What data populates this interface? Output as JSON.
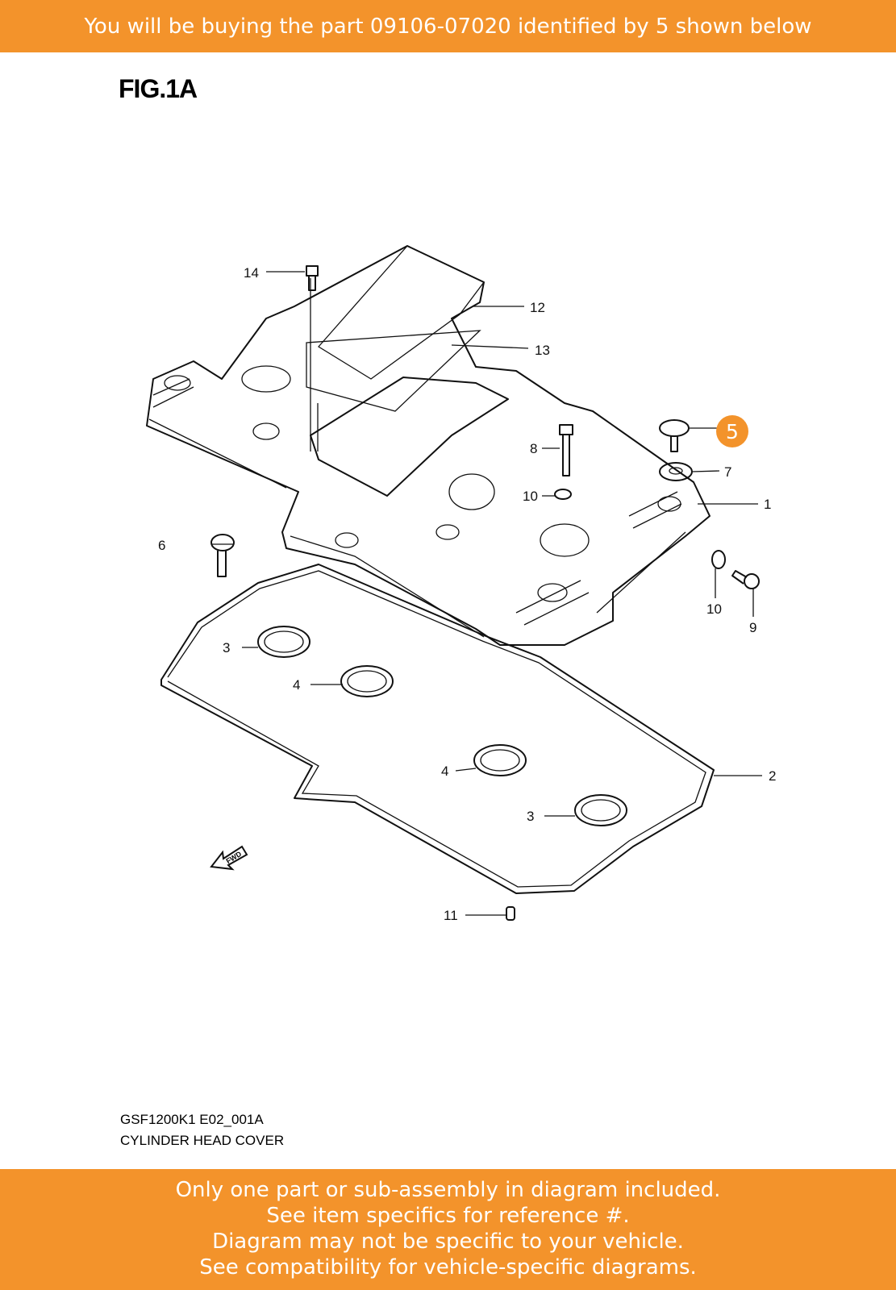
{
  "header": {
    "banner": "You will be buying the part 09106-07020 identified by 5 shown below"
  },
  "figure": {
    "title": "FIG.1A",
    "code": "GSF1200K1 E02_001A",
    "name": "CYLINDER HEAD COVER",
    "fwd_label": "FWD"
  },
  "callouts": {
    "c1": "1",
    "c2": "2",
    "c3a": "3",
    "c3b": "3",
    "c4a": "4",
    "c4b": "4",
    "c5": "5",
    "c6": "6",
    "c7": "7",
    "c8": "8",
    "c9": "9",
    "c10a": "10",
    "c10b": "10",
    "c11": "11",
    "c12": "12",
    "c13": "13",
    "c14": "14"
  },
  "highlight": {
    "color": "#F3932B",
    "part_number": "09106-07020",
    "ref": "5"
  },
  "footer": {
    "lines": [
      "Only one part or sub-assembly in diagram included.",
      "See item specifics for reference #.",
      "Diagram may not be specific to your vehicle.",
      "See compatibility for vehicle-specific diagrams."
    ]
  }
}
